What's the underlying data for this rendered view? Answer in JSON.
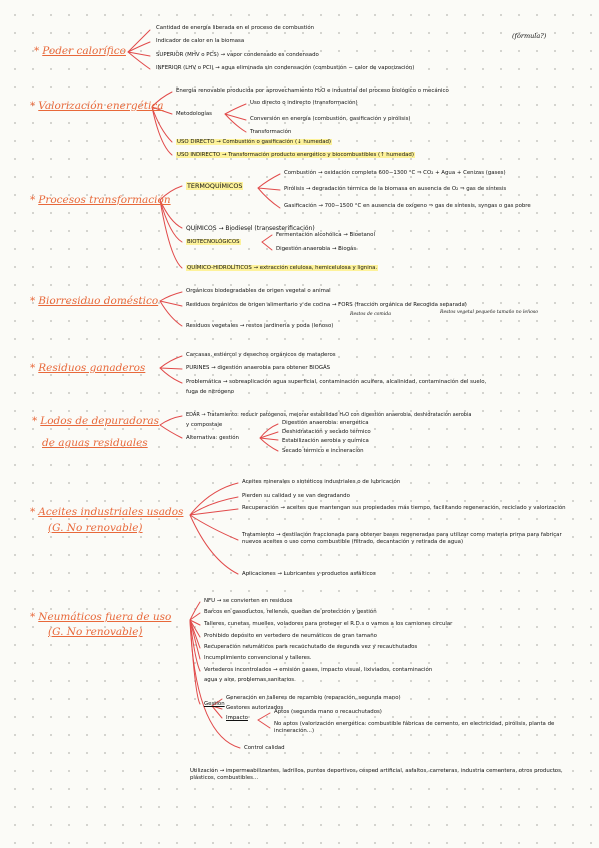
{
  "colors": {
    "title": "#e8683a",
    "arrow": "#e14a4a",
    "highlight": "#fdf29a"
  },
  "formula_note": "(fórmula?)",
  "sections": [
    {
      "id": "poder",
      "title": "Poder calorífico",
      "lines": [
        "Cantidad de energía liberada en el proceso de combustión",
        "Indicador de calor en la biomasa",
        "SUPERIOR (MHV o PCS) → vapor condensado es condensado",
        "INFERIOR (LHV o PCI) → agua eliminada sin condensación (combustión − calor de vaporización)"
      ]
    },
    {
      "id": "valorizacion",
      "title": "Valorización energética",
      "lines": [
        "Energía renovable producida por aprovechamiento H₂O e industrial del proceso biológico o mecánico",
        "Metodologías",
        "Uso directo o indirecto (transformación)",
        "Conversión en energía (combustión, gasificación y pirólisis)",
        "Transformación",
        "USO DIRECTO → Combustión o gasificación (↓ humedad)",
        "USO INDIRECTO → Transformación producto energético y biocombustibles (↑ humedad)"
      ]
    },
    {
      "id": "procesos",
      "title": "Procesos transformación",
      "lines": [
        "TERMOQUÍMICOS",
        "Combustión → oxidación completa 600−1300 °C ⇒ CO₂ + Agua + Cenizas (gases)",
        "Pirólisis → degradación térmica de la biomasa en ausencia de O₂ ⇒ gas de síntesis",
        "Gasificación → 700−1500 °C en ausencia de oxígeno ⇒ gas de síntesis, syngas o gas pobre",
        "QUÍMICOS → Biodiesel (transesterificación)",
        "BIOTECNOLÓGICOS",
        "Fermentación alcohólica → Bioetanol",
        "Digestión anaerobia → Biogás",
        "QUÍMICO-HIDROLÍTICOS → extracción celulosa, hemicelulosa y lignina."
      ]
    },
    {
      "id": "biorresiduo",
      "title": "Biorresiduo doméstico",
      "lines": [
        "Orgánicos biodegradables de origen vegetal o animal",
        "Residuos orgánicos de origen alimentario y de cocina → FORS (fracción orgánica de Recogida separada)",
        "Restos de comida",
        "Restos vegetal pequeño tamaño no leñoso",
        "Residuos vegetales → restos jardinería y poda (leñoso)"
      ]
    },
    {
      "id": "ganaderos",
      "title": "Residuos ganaderos",
      "lines": [
        "Carcasas, estiércol y desechos orgánicos de mataderos",
        "PURINES → digestión anaerobia para obtener BIOGÁS",
        "Problemática → sobreaplicación agua superficial, contaminación acuífera, alcalinidad, contaminación del suelo,",
        "fuga de nitrógeno"
      ]
    },
    {
      "id": "lodos",
      "title": "Lodos de depuradoras",
      "title2": "de aguas residuales",
      "lines": [
        "EDAR → Tratamiento: reducir patógenos, mejorar estabilidad H₂O con digestión anaerobia, deshidratación aerobia",
        "y compostaje",
        "Alternativa: gestión",
        "Digestión anaerobia: energética",
        "Deshidratación y secado térmico",
        "Estabilización aerobia y química",
        "Secado térmico e incineración"
      ]
    },
    {
      "id": "aceites",
      "title": "Aceites industriales usados",
      "title2": "(G. No renovable)",
      "lines": [
        "Aceites minerales o sintéticos industriales o de lubricación",
        "Pierden su calidad y se van degradando",
        "Recuperación → aceites que mantengan sus propiedades más tiempo, facilitando regeneración, reciclado y valorización",
        "Tratamiento → destilación fraccionada para obtener bases regeneradas para utilizar como materia prima para fabricar nuevos aceites o uso como combustible (filtrado, decantación y retirada de agua)",
        "Aplicaciones → Lubricantes y productos asfálticos"
      ]
    },
    {
      "id": "neumaticos",
      "title": "Neumáticos fuera de uso",
      "title2": "(G. No renovable)",
      "lines": [
        "NFU → se convierten en residuos",
        "Barcos en gasoductos, rellenos, quedan de protección y gestión",
        "Talleres, cunetas, muelles, voladores para proteger el R.D.s o vamos a los camiones circular",
        "Prohibido depósito en vertedero de neumáticos de gran tamaño",
        "Recuperación neumáticos para recauchutado de segunda vez y recauchutados",
        "Incumplimiento convencional y talleres.",
        "Vertederos incontrolados → emisión gases, impacto visual, lixiviados, contaminación",
        "agua y aire, problemas sanitarios.",
        "Gestión",
        "Generación en talleres de recambio (reparación, segunda mano)",
        "Gestores autorizados",
        "Impacto",
        "Aptos (segunda mano o recauchutados)",
        "No aptos (valorización energética: combustible fábricas de cemento, en electricidad, pirólisis, planta de incineración...)",
        "Control calidad",
        "Utilización → impermeabilizantes, ladrillos, puntos deportivos, césped artificial, asfaltos, carreteras, industria cementera, otros productos, plásticos, combustibles..."
      ]
    }
  ]
}
